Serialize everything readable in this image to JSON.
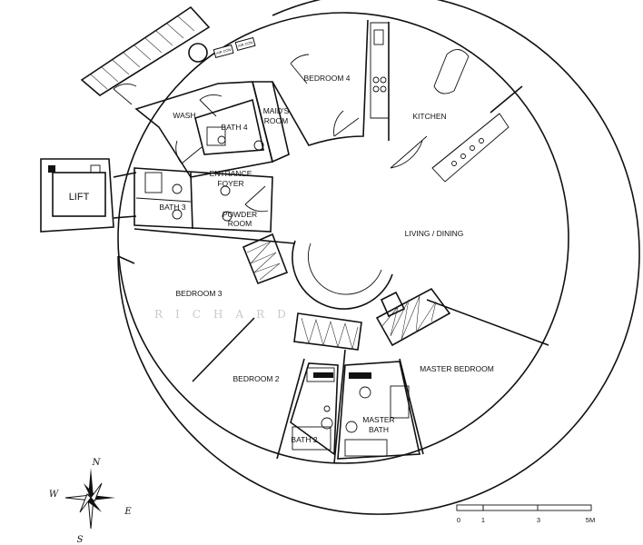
{
  "rooms": {
    "bedroom4": "BEDROOM 4",
    "kitchen": "KITCHEN",
    "maids_room_line1": "MAID'S",
    "maids_room_line2": "ROOM",
    "wash": "WASH",
    "bath4": "BATH 4",
    "entrance_line1": "ENTRANCE",
    "entrance_line2": "FOYER",
    "lift": "LIFT",
    "bath3": "BATH 3",
    "powder_line1": "POWDER",
    "powder_line2": "ROOM",
    "living": "LIVING / DINING",
    "bedroom3": "BEDROOM 3",
    "bedroom2": "BEDROOM 2",
    "master_bedroom": "MASTER BEDROOM",
    "master_bath_line1": "MASTER",
    "master_bath_line2": "BATH",
    "bath2": "BATH 2"
  },
  "equipment": {
    "aircon1": "AIR CON",
    "aircon2": "AIR CON"
  },
  "compass": {
    "n": "N",
    "s": "S",
    "e": "E",
    "w": "W"
  },
  "scale": {
    "t0": "0",
    "t1": "1",
    "t3": "3",
    "t5": "5M"
  },
  "watermark": "RICHARD"
}
